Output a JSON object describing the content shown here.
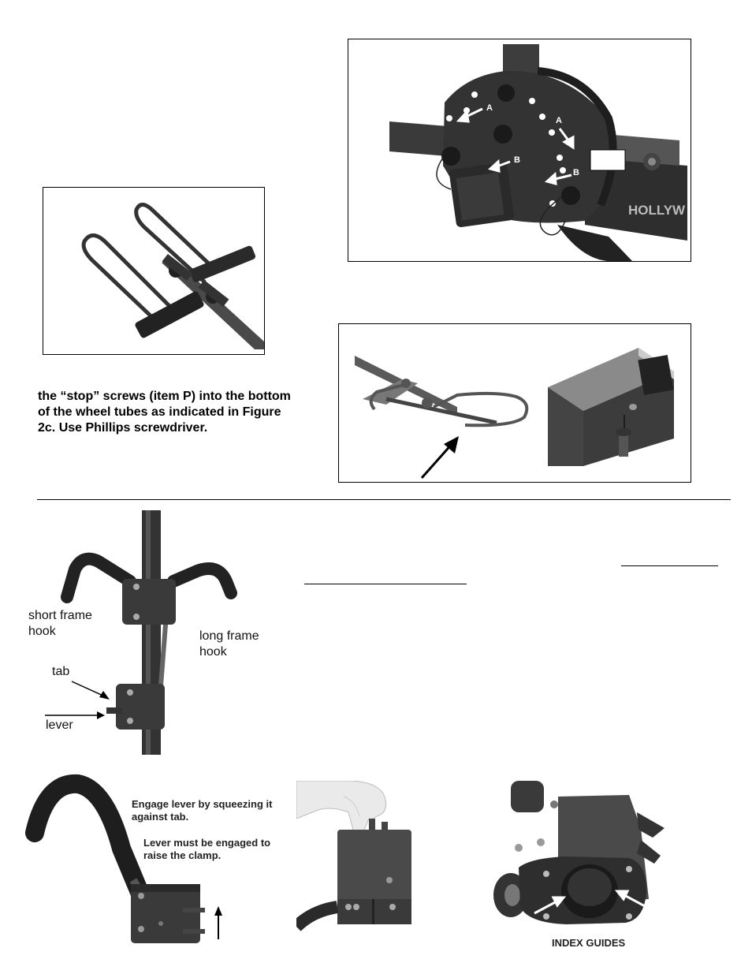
{
  "instruction_text": "the “stop” screws (item P) into the bottom of the wheel tubes as indicated in Figure 2c.  Use Phillips screwdriver.",
  "hitch_photo": {
    "arrow_labels": [
      "A",
      "A",
      "B",
      "B"
    ],
    "brand_text": "HOLLYW"
  },
  "frame_hooks_photo": {
    "labels": {
      "short_hook": "short frame hook",
      "long_hook": "long frame hook",
      "tab": "tab",
      "lever": "lever"
    }
  },
  "lever_photo": {
    "caption_1": "Engage lever by squeezing it against tab.",
    "caption_2": "Lever must be engaged to raise the clamp."
  },
  "index_photo": {
    "caption": "INDEX GUIDES"
  }
}
